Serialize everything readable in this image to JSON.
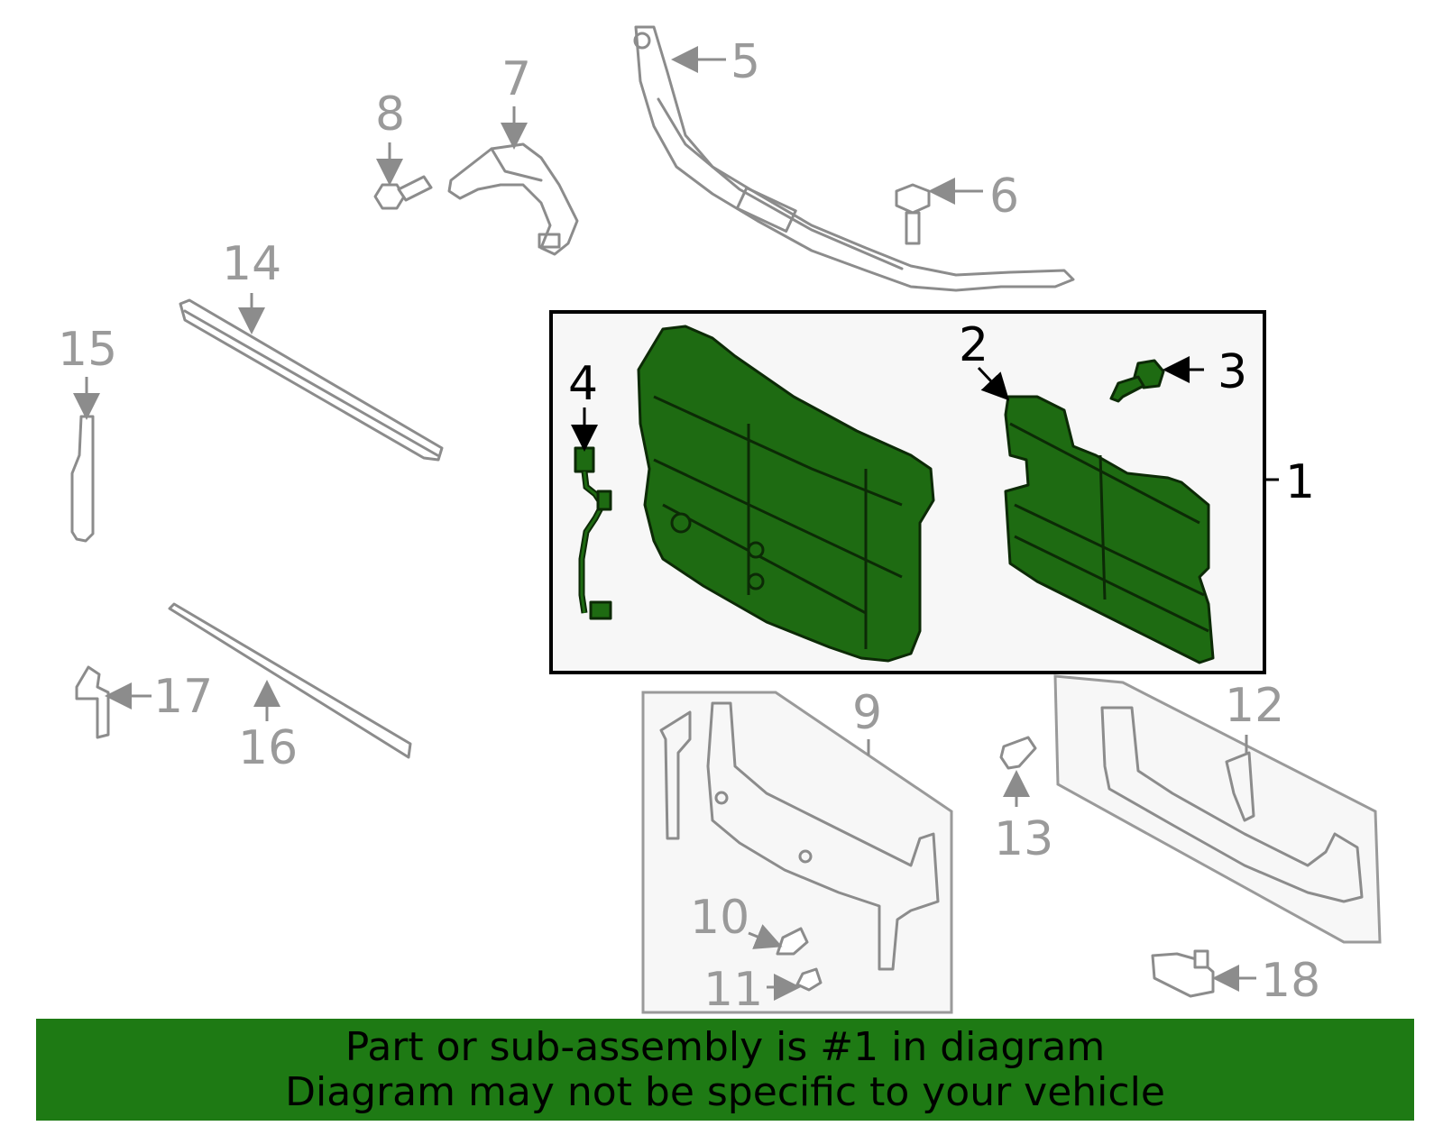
{
  "callouts": {
    "c1": "1",
    "c2": "2",
    "c3": "3",
    "c4": "4",
    "c5": "5",
    "c6": "6",
    "c7": "7",
    "c8": "8",
    "c9": "9",
    "c10": "10",
    "c11": "11",
    "c12": "12",
    "c13": "13",
    "c14": "14",
    "c15": "15",
    "c16": "16",
    "c17": "17",
    "c18": "18"
  },
  "banner": {
    "line1": "Part or sub-assembly is #1 in diagram",
    "line2": "Diagram may not be specific to your vehicle"
  },
  "colors": {
    "highlight_green": "#1e6b12",
    "banner_green": "#1e7a14",
    "part_grey": "#8c8c8c",
    "callout_grey": "#9a9a9a"
  }
}
